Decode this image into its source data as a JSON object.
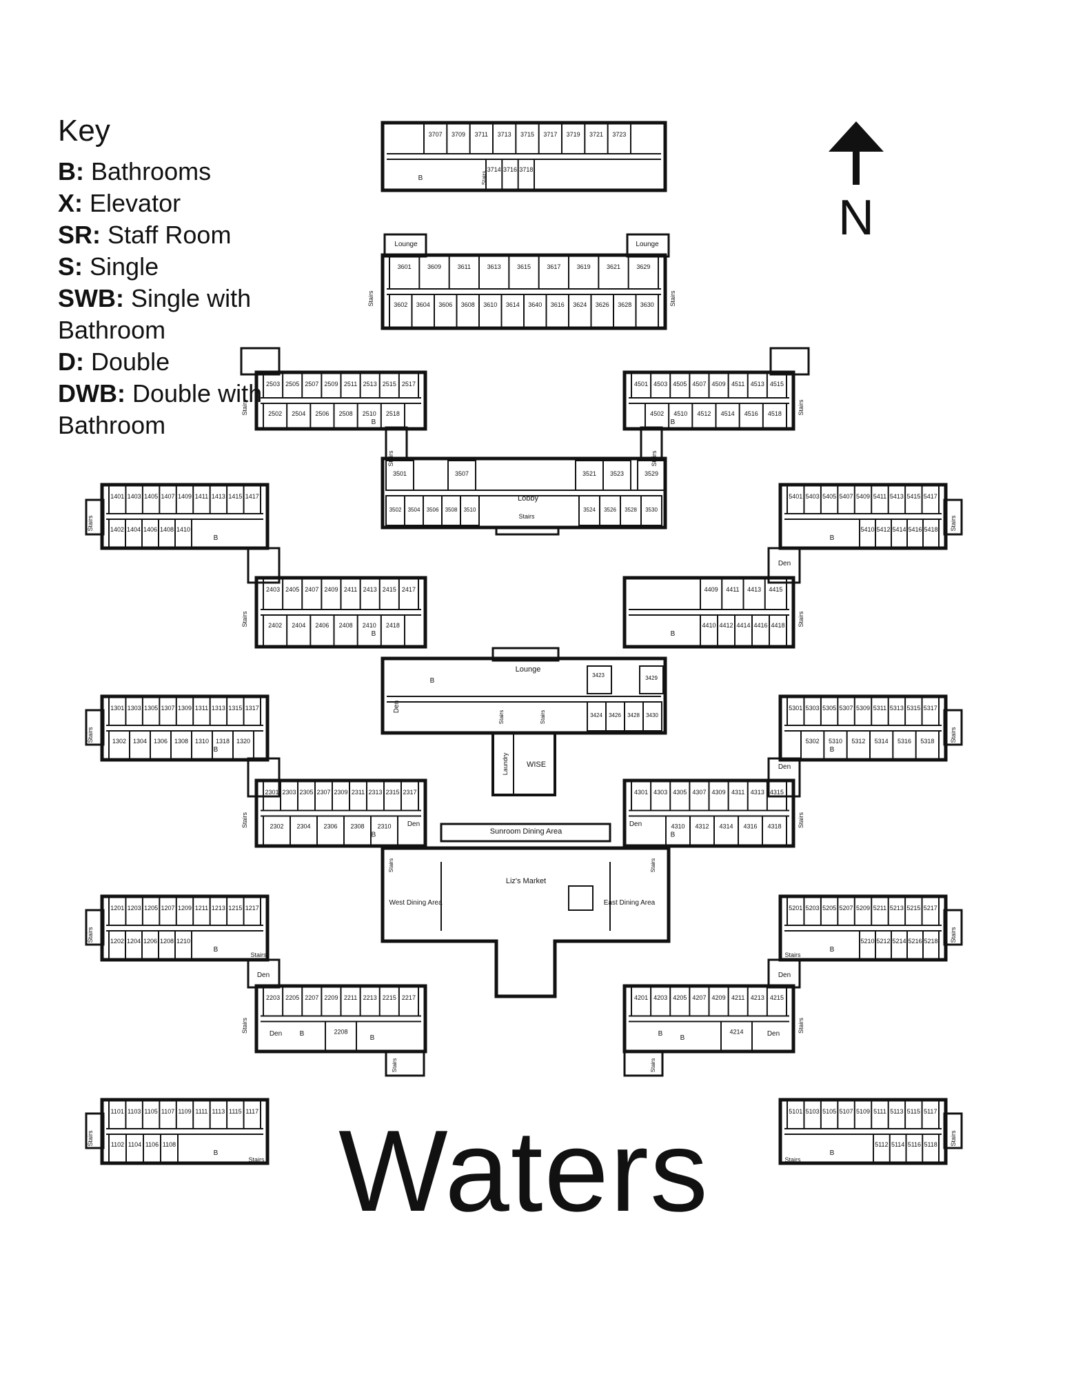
{
  "title": "Waters",
  "north": "N",
  "key": {
    "title": "Key",
    "items": [
      {
        "code": "B:",
        "desc": "Bathrooms"
      },
      {
        "code": "X:",
        "desc": "Elevator"
      },
      {
        "code": "SR:",
        "desc": "Staff Room"
      },
      {
        "code": "S:",
        "desc": "Single"
      },
      {
        "code": "SWB:",
        "desc": "Single with Bathroom"
      },
      {
        "code": "D:",
        "desc": "Double"
      },
      {
        "code": "DWB:",
        "desc": "Double with Bathroom"
      }
    ]
  },
  "areas": {
    "lobby": "Lobby",
    "lounge": "Lounge",
    "lounge_nw": "Lounge",
    "lounge_ne": "Lounge",
    "laundry": "Laundry",
    "wise": "WISE",
    "sunroom": "Sunroom Dining Area",
    "market": "Liz's Market",
    "west_dining": "West Dining Area",
    "east_dining": "East Dining Area",
    "den": "Den",
    "stairs": "Stairs",
    "bath": "B"
  },
  "wings": [
    {
      "id": "w3700",
      "top": [
        "3707",
        "3709",
        "3711",
        "3713",
        "3715",
        "3717",
        "3719",
        "3721",
        "3723"
      ],
      "bottom": [
        "3714",
        "3716",
        "3718"
      ]
    },
    {
      "id": "w3600",
      "top": [
        "3601",
        "3609",
        "3611",
        "3613",
        "3615",
        "3617",
        "3619",
        "3621",
        "3629"
      ],
      "bottom": [
        "3602",
        "3604",
        "3606",
        "3608",
        "3610",
        "3614",
        "3640",
        "3616",
        "3624",
        "3626",
        "3628",
        "3630"
      ]
    },
    {
      "id": "w2500",
      "top": [
        "2503",
        "2505",
        "2507",
        "2509",
        "2511",
        "2513",
        "2515",
        "2517"
      ],
      "bottom": [
        "2502",
        "2504",
        "2506",
        "2508",
        "2510",
        "2518"
      ]
    },
    {
      "id": "w4500",
      "top": [
        "4501",
        "4503",
        "4505",
        "4507",
        "4509",
        "4511",
        "4513",
        "4515"
      ],
      "bottom": [
        "4502",
        "4510",
        "4512",
        "4514",
        "4516",
        "4518"
      ]
    },
    {
      "id": "w3500",
      "top": [
        "3501",
        "3507",
        "3521",
        "3523",
        "3529"
      ],
      "bottom": [
        "3502",
        "3504",
        "3506",
        "3508",
        "3510",
        "3524",
        "3526",
        "3528",
        "3530"
      ]
    },
    {
      "id": "w1400",
      "top": [
        "1401",
        "1403",
        "1405",
        "1407",
        "1409",
        "1411",
        "1413",
        "1415",
        "1417"
      ],
      "bottom": [
        "1402",
        "1404",
        "1406",
        "1408",
        "1410"
      ]
    },
    {
      "id": "w5400",
      "top": [
        "5401",
        "5403",
        "5405",
        "5407",
        "5409",
        "5411",
        "5413",
        "5415",
        "5417"
      ],
      "bottom": [
        "5410",
        "5412",
        "5414",
        "5416",
        "5418"
      ]
    },
    {
      "id": "w2400",
      "top": [
        "2403",
        "2405",
        "2407",
        "2409",
        "2411",
        "2413",
        "2415",
        "2417"
      ],
      "bottom": [
        "2402",
        "2404",
        "2406",
        "2408",
        "2410",
        "2418"
      ]
    },
    {
      "id": "w4400",
      "top": [
        "4409",
        "4411",
        "4413",
        "4415"
      ],
      "bottom": [
        "4410",
        "4412",
        "4414",
        "4416",
        "4418"
      ]
    },
    {
      "id": "w3400",
      "top": [
        "3423",
        "3429"
      ],
      "bottom": [
        "3424",
        "3426",
        "3428",
        "3430"
      ]
    },
    {
      "id": "w1300",
      "top": [
        "1301",
        "1303",
        "1305",
        "1307",
        "1309",
        "1311",
        "1313",
        "1315",
        "1317"
      ],
      "bottom": [
        "1302",
        "1304",
        "1306",
        "1308",
        "1310",
        "1318",
        "1320"
      ]
    },
    {
      "id": "w5300",
      "top": [
        "5301",
        "5303",
        "5305",
        "5307",
        "5309",
        "5311",
        "5313",
        "5315",
        "5317"
      ],
      "bottom": [
        "5302",
        "5310",
        "5312",
        "5314",
        "5316",
        "5318"
      ]
    },
    {
      "id": "w2300",
      "top": [
        "2301",
        "2303",
        "2305",
        "2307",
        "2309",
        "2311",
        "2313",
        "2315",
        "2317"
      ],
      "bottom": [
        "2302",
        "2304",
        "2306",
        "2308",
        "2310"
      ]
    },
    {
      "id": "w4300",
      "top": [
        "4301",
        "4303",
        "4305",
        "4307",
        "4309",
        "4311",
        "4313",
        "4315"
      ],
      "bottom": [
        "4310",
        "4312",
        "4314",
        "4316",
        "4318"
      ]
    },
    {
      "id": "w1200",
      "top": [
        "1201",
        "1203",
        "1205",
        "1207",
        "1209",
        "1211",
        "1213",
        "1215",
        "1217"
      ],
      "bottom": [
        "1202",
        "1204",
        "1206",
        "1208",
        "1210"
      ]
    },
    {
      "id": "w5200",
      "top": [
        "5201",
        "5203",
        "5205",
        "5207",
        "5209",
        "5211",
        "5213",
        "5215",
        "5217"
      ],
      "bottom": [
        "5210",
        "5212",
        "5214",
        "5216",
        "5218"
      ]
    },
    {
      "id": "w2200",
      "top": [
        "2203",
        "2205",
        "2207",
        "2209",
        "2211",
        "2213",
        "2215",
        "2217"
      ],
      "bottom": [
        "2208"
      ]
    },
    {
      "id": "w4200",
      "top": [
        "4201",
        "4203",
        "4205",
        "4207",
        "4209",
        "4211",
        "4213",
        "4215"
      ],
      "bottom": [
        "4214"
      ]
    },
    {
      "id": "w1100",
      "top": [
        "1101",
        "1103",
        "1105",
        "1107",
        "1109",
        "1111",
        "1113",
        "1115",
        "1117"
      ],
      "bottom": [
        "1102",
        "1104",
        "1106",
        "1108"
      ]
    },
    {
      "id": "w5100",
      "top": [
        "5101",
        "5103",
        "5105",
        "5107",
        "5109",
        "5111",
        "5113",
        "5115",
        "5117"
      ],
      "bottom": [
        "5112",
        "5114",
        "5116",
        "5118"
      ]
    }
  ]
}
